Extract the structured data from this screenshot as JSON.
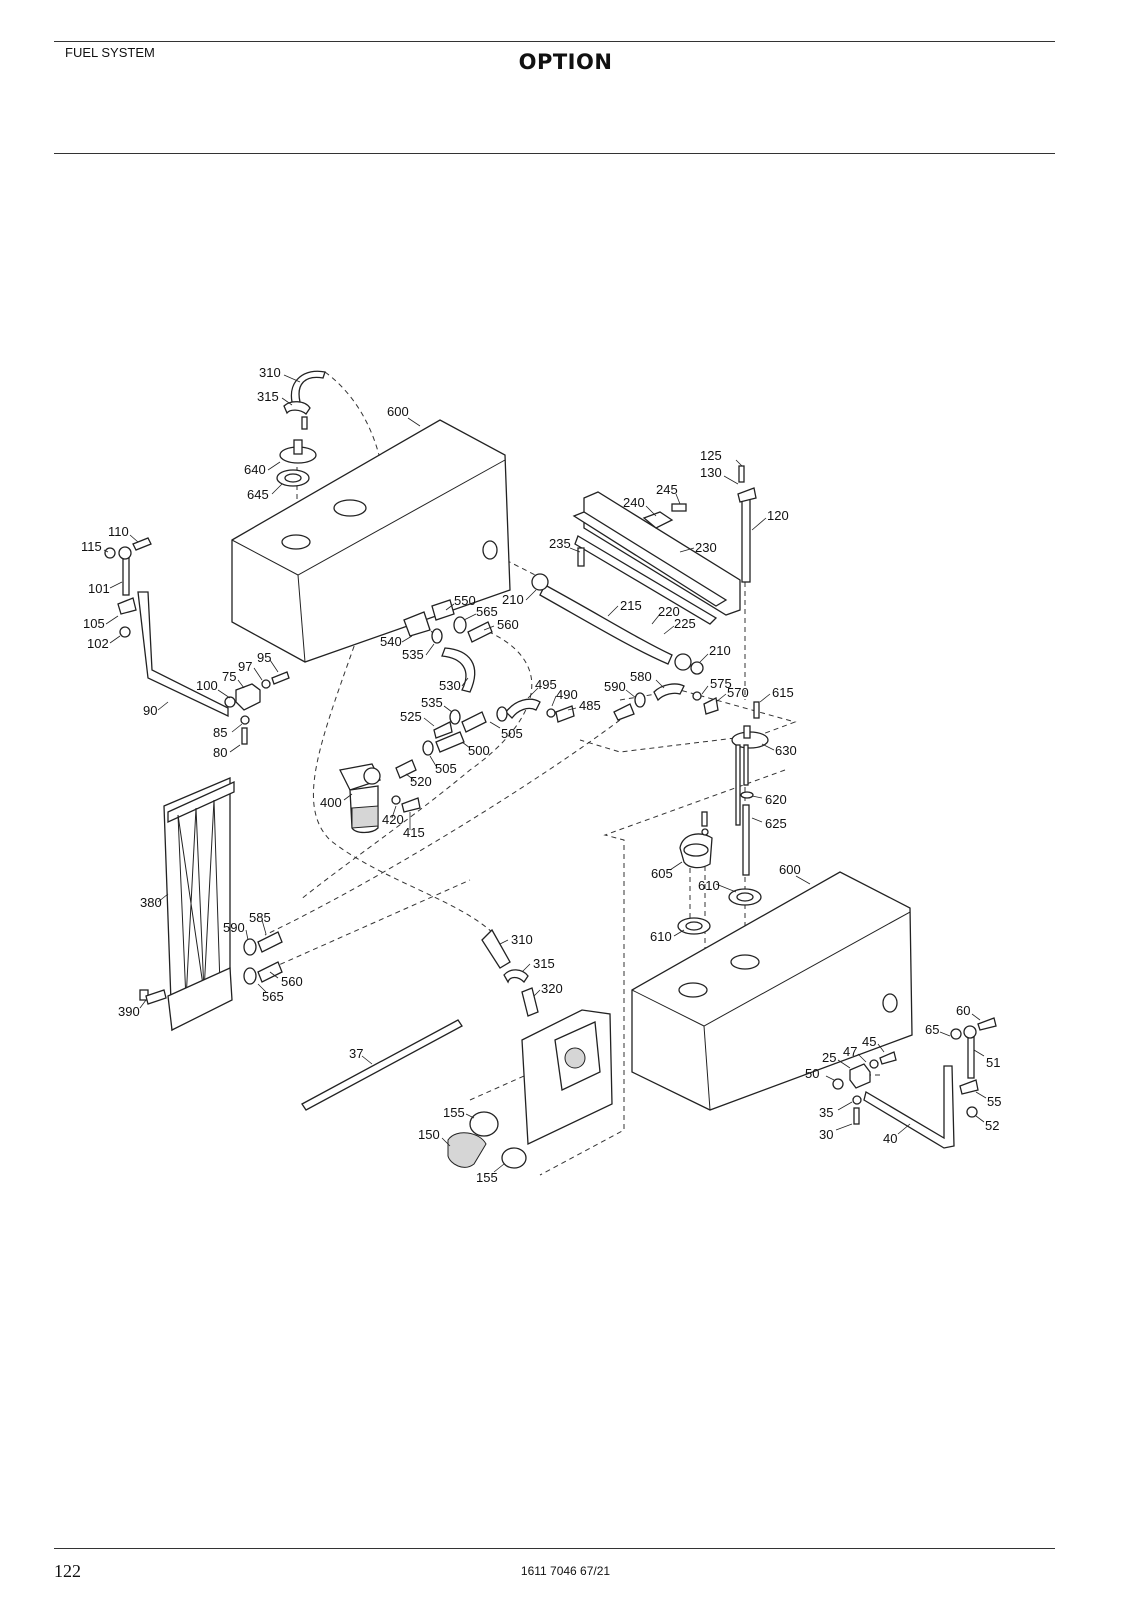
{
  "header": {
    "section": "FUEL SYSTEM",
    "title": "OPTION"
  },
  "footer": {
    "page_number": "122",
    "document_number": "1611 7046 67/21"
  },
  "callouts": [
    "310",
    "315",
    "600",
    "640",
    "645",
    "110",
    "115",
    "101",
    "105",
    "102",
    "90",
    "100",
    "97",
    "95",
    "75",
    "85",
    "80",
    "125",
    "130",
    "245",
    "240",
    "120",
    "235",
    "230",
    "210",
    "215",
    "220",
    "225",
    "550",
    "565",
    "560",
    "540",
    "535",
    "530",
    "210",
    "575",
    "570",
    "615",
    "580",
    "590",
    "495",
    "490",
    "485",
    "535",
    "525",
    "505",
    "500",
    "505",
    "520",
    "400",
    "420",
    "415",
    "630",
    "620",
    "625",
    "605",
    "610",
    "600",
    "380",
    "585",
    "590",
    "560",
    "565",
    "390",
    "310",
    "315",
    "320",
    "610",
    "37",
    "155",
    "150",
    "155",
    "60",
    "65",
    "51",
    "45",
    "47",
    "25",
    "50",
    "55",
    "35",
    "52",
    "30",
    "40"
  ]
}
